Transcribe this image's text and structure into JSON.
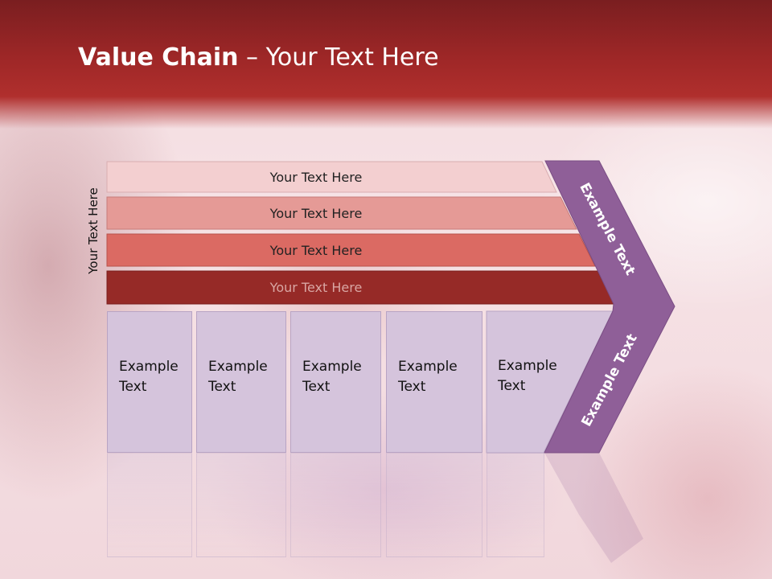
{
  "title": {
    "bold": "Value Chain",
    "rest": " – Your Text Here"
  },
  "side_label": "Your Text Here",
  "bars": [
    "Your Text Here",
    "Your Text Here",
    "Your Text Here",
    "Your Text Here"
  ],
  "boxes": [
    {
      "line1": "Example",
      "line2": "Text"
    },
    {
      "line1": "Example",
      "line2": "Text"
    },
    {
      "line1": "Example",
      "line2": "Text"
    },
    {
      "line1": "Example",
      "line2": "Text"
    },
    {
      "line1": "Example",
      "line2": "Text"
    }
  ],
  "chevron": {
    "upper": "Example Text",
    "lower": "Example Text"
  },
  "colors": {
    "header": "#9e2727",
    "bar1": "#f3cfd0",
    "bar2": "#e59a96",
    "bar3": "#db6a63",
    "bar4": "#962a27",
    "box": "#d5c4dc",
    "chevron": "#8f5f98"
  }
}
